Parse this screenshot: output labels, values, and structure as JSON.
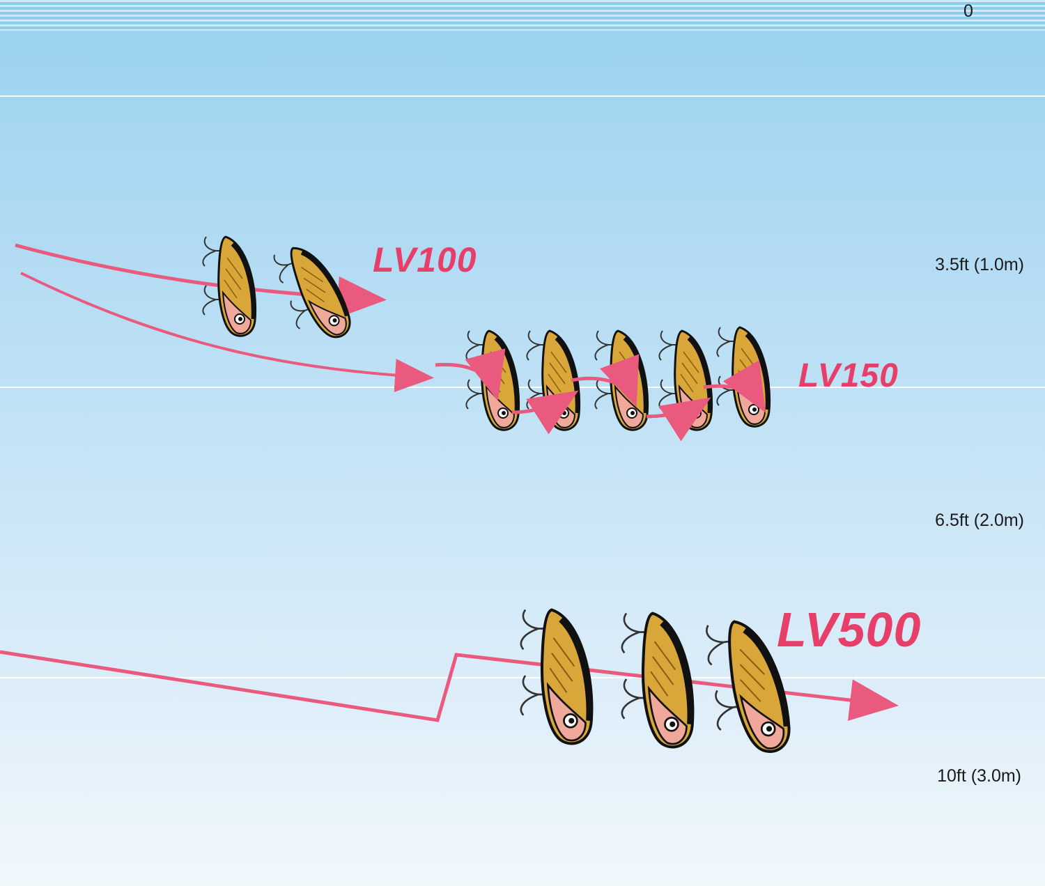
{
  "depth_scale": {
    "surface": "0",
    "levels": [
      {
        "label": "3.5ft (1.0m)"
      },
      {
        "label": "6.5ft (2.0m)"
      },
      {
        "label": "10ft (3.0m)"
      }
    ]
  },
  "lures": [
    {
      "label": "LV100",
      "icon": "vib-lure-icon",
      "lure_count": 2,
      "path_style": "shallow sinking glide"
    },
    {
      "label": "LV150",
      "icon": "vib-lure-icon",
      "lure_count": 5,
      "path_style": "stepped hopping retrieve"
    },
    {
      "label": "LV500",
      "icon": "vib-lure-icon",
      "lure_count": 3,
      "path_style": "deep jerk retrieve"
    }
  ],
  "colors": {
    "path": "#e95a7e",
    "label": "#e6406a",
    "water_top": "#96d0ef",
    "water_bottom": "#f1f8fc",
    "lure_body": "#d9a63a",
    "lure_belly": "#f0a89a"
  }
}
